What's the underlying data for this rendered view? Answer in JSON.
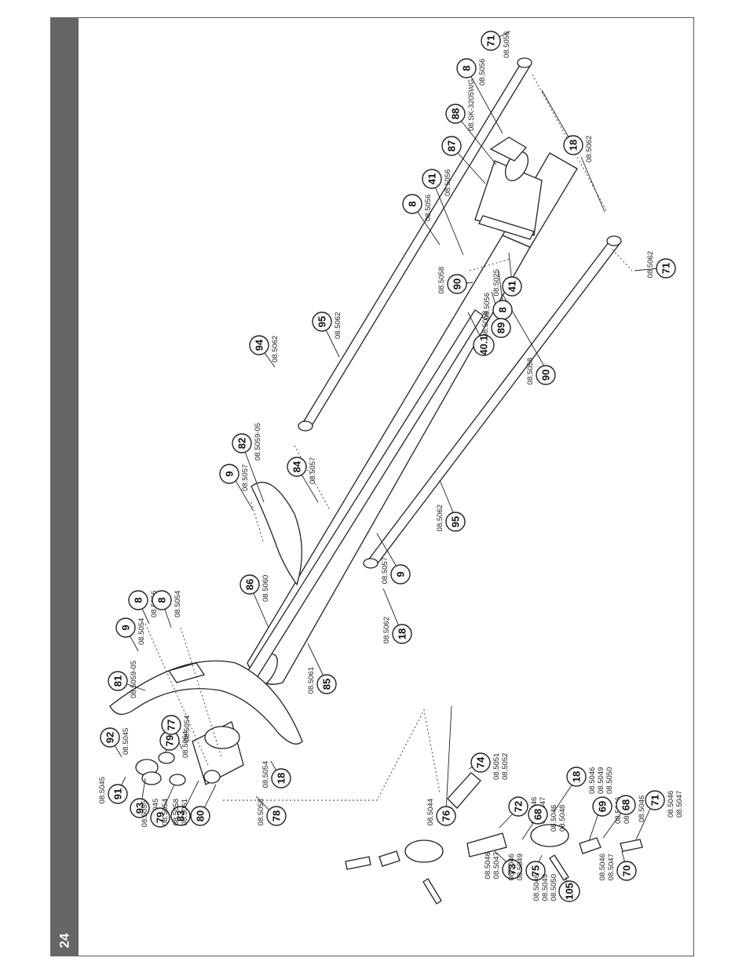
{
  "page_number": "24",
  "callouts": [
    {
      "id": "c95a",
      "num": "95",
      "refs": [
        "08.5062"
      ]
    },
    {
      "id": "c94",
      "num": "94",
      "refs": [
        "08.5062"
      ]
    },
    {
      "id": "c8a",
      "num": "8",
      "refs": [
        "08.5056"
      ]
    },
    {
      "id": "c41a",
      "num": "41",
      "refs": [
        "08.5056"
      ]
    },
    {
      "id": "c87",
      "num": "87",
      "refs": []
    },
    {
      "id": "c88",
      "num": "88",
      "refs": [
        "08.SK-3205WG"
      ]
    },
    {
      "id": "c8b",
      "num": "8",
      "refs": [
        "08.5056"
      ]
    },
    {
      "id": "c71a",
      "num": "71",
      "refs": [
        "08.5056"
      ]
    },
    {
      "id": "c18a",
      "num": "18",
      "refs": [
        "08.5062"
      ]
    },
    {
      "id": "c71b",
      "num": "71",
      "refs": [
        "08.5062"
      ]
    },
    {
      "id": "c41b",
      "num": "41",
      "refs": [
        "08.5025"
      ]
    },
    {
      "id": "c8c",
      "num": "8",
      "refs": [
        "08.5056"
      ]
    },
    {
      "id": "c90a",
      "num": "90",
      "refs": [
        "08.5058"
      ]
    },
    {
      "id": "c89",
      "num": "89",
      "refs": [
        "08.5058"
      ]
    },
    {
      "id": "c40",
      "num": "40.1",
      "refs": []
    },
    {
      "id": "c90b",
      "num": "90",
      "refs": [
        "08.5058"
      ]
    },
    {
      "id": "c82",
      "num": "82",
      "refs": [
        "08.5059-05"
      ]
    },
    {
      "id": "c9a",
      "num": "9",
      "refs": [
        "08.5057"
      ]
    },
    {
      "id": "c84",
      "num": "84",
      "refs": [
        "08.5057"
      ]
    },
    {
      "id": "c95b",
      "num": "95",
      "refs": [
        "08.5062"
      ]
    },
    {
      "id": "c9b",
      "num": "9",
      "refs": [
        "08.5057"
      ]
    },
    {
      "id": "c86",
      "num": "86",
      "refs": [
        "08.5060"
      ]
    },
    {
      "id": "c81",
      "num": "81",
      "refs": [
        "08.5059-05"
      ]
    },
    {
      "id": "c9c",
      "num": "9",
      "refs": [
        "08.5054"
      ]
    },
    {
      "id": "c8d",
      "num": "8",
      "refs": [
        "08.5056"
      ]
    },
    {
      "id": "c8e",
      "num": "8",
      "refs": [
        "08.5054"
      ]
    },
    {
      "id": "c18b",
      "num": "18",
      "refs": [
        "08.5062"
      ]
    },
    {
      "id": "c85",
      "num": "85",
      "refs": [
        "08.5061"
      ]
    },
    {
      "id": "c92",
      "num": "92",
      "refs": [
        "08.5045"
      ]
    },
    {
      "id": "c79a",
      "num": "79",
      "refs": [
        "08.5054"
      ]
    },
    {
      "id": "c77",
      "num": "77",
      "refs": [
        "08.5054"
      ]
    },
    {
      "id": "c91",
      "num": "91",
      "refs": [
        "08.5045"
      ]
    },
    {
      "id": "c93",
      "num": "93",
      "refs": [
        "08.5045"
      ]
    },
    {
      "id": "c79b",
      "num": "79",
      "refs": [
        "08.5055"
      ]
    },
    {
      "id": "c83",
      "num": "83",
      "refs": [
        "08.5054"
      ]
    },
    {
      "id": "c80",
      "num": "80",
      "refs": [
        "08.5058",
        "08.5061"
      ]
    },
    {
      "id": "c78",
      "num": "78",
      "refs": [
        "08.5058"
      ]
    },
    {
      "id": "c18c",
      "num": "18",
      "refs": [
        "08.5054"
      ]
    },
    {
      "id": "c76",
      "num": "76",
      "refs": [
        "08.5044"
      ]
    },
    {
      "id": "c74",
      "num": "74",
      "refs": [
        "08.5051",
        "08.5052"
      ]
    },
    {
      "id": "c72",
      "num": "72",
      "refs": [
        "08.5046",
        "08.5047"
      ]
    },
    {
      "id": "c68a",
      "num": "68",
      "refs": [
        "08.5046",
        "08.5048"
      ]
    },
    {
      "id": "c18d",
      "num": "18",
      "refs": [
        "08.5046",
        "08.5049",
        "08.5050"
      ]
    },
    {
      "id": "c69",
      "num": "69",
      "refs": [
        "08.5046",
        "08.5048"
      ]
    },
    {
      "id": "c68b",
      "num": "68",
      "refs": [
        "08.5046"
      ]
    },
    {
      "id": "c71c",
      "num": "71",
      "refs": [
        "08.5046",
        "08.5047"
      ]
    },
    {
      "id": "c73",
      "num": "73",
      "refs": [
        "08.5046",
        "08.5047"
      ]
    },
    {
      "id": "c75",
      "num": "75",
      "refs": [
        "08.5046",
        "08.5049"
      ]
    },
    {
      "id": "c105",
      "num": "105",
      "refs": [
        "08.5046",
        "08.5049",
        "08.5050"
      ]
    },
    {
      "id": "c70",
      "num": "70",
      "refs": [
        "08.5046",
        "08.5047"
      ]
    }
  ]
}
